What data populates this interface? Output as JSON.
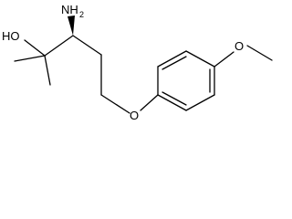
{
  "molecule": {
    "labels": {
      "hydroxyl": "HO",
      "amine_main": "NH",
      "amine_subscript": "2",
      "ether_oxygen_ring": "O",
      "ether_oxygen_methoxy": "O"
    },
    "stereo_bond": "wedge",
    "colors": {
      "bond": "#000000",
      "label": "#000000",
      "background": "#ffffff"
    }
  }
}
